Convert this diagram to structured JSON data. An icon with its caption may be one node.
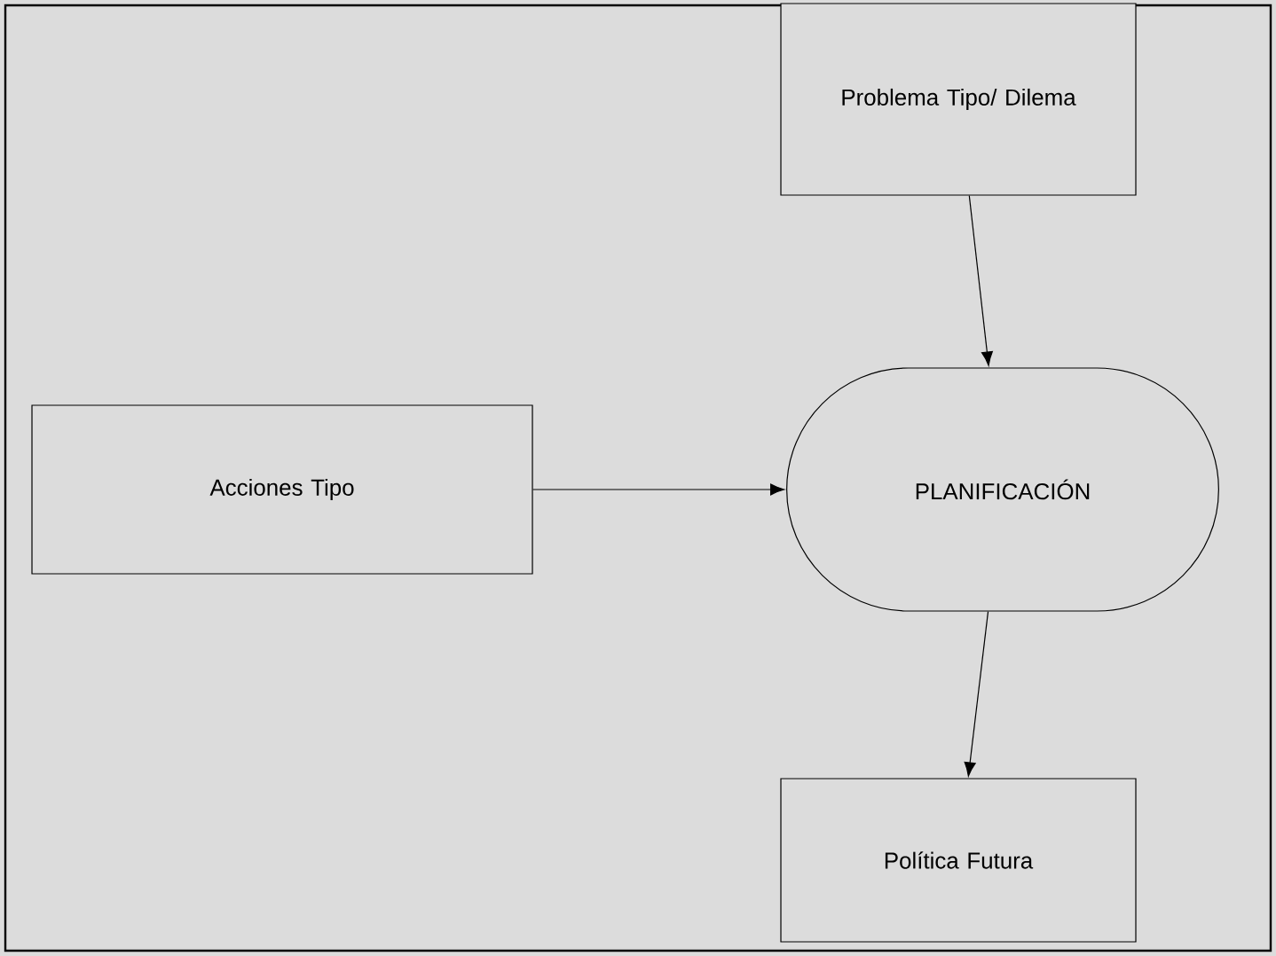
{
  "diagram": {
    "nodes": [
      {
        "text": [
          "Problema Tipo/ Dilema"
        ]
      },
      {
        "text": [
          "Acciones Tipo"
        ]
      },
      {
        "text": [
          "PLANIFICACIÓN"
        ]
      },
      {
        "text": [
          "Política Futura"
        ]
      }
    ],
    "edges": [
      {
        "from": 0,
        "to": 2,
        "arrow": "to"
      },
      {
        "from": 1,
        "to": 2,
        "arrow": "to"
      },
      {
        "from": 2,
        "to": 3,
        "arrow": "to"
      }
    ]
  }
}
